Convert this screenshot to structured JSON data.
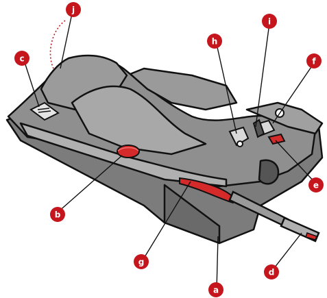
{
  "colors": {
    "seat_grey": "#8c8c8c",
    "seat_dark": "#6e6e6e",
    "seat_light": "#b3b3b3",
    "outline": "#111111",
    "accent_red": "#d42a2a",
    "callout_red": "#c4161c",
    "callout_text": "#ffffff"
  },
  "callouts": {
    "a": {
      "letter": "a",
      "part": "base"
    },
    "b": {
      "letter": "b",
      "part": "side-release-handle"
    },
    "c": {
      "letter": "c",
      "part": "level-indicator"
    },
    "d": {
      "letter": "d",
      "part": "leg-foot"
    },
    "e": {
      "letter": "e",
      "part": "red-latch"
    },
    "f": {
      "letter": "f",
      "part": "lower-anchor-connector"
    },
    "g": {
      "letter": "g",
      "part": "belt-path"
    },
    "h": {
      "letter": "h",
      "part": "seat-latch"
    },
    "i": {
      "letter": "i",
      "part": "strap"
    },
    "j": {
      "letter": "j",
      "part": "handle-arc"
    }
  }
}
